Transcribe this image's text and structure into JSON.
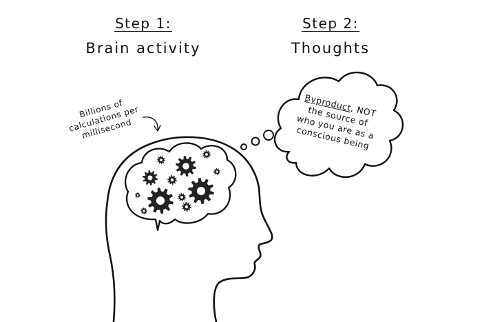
{
  "steps": [
    {
      "label": "Step 1:",
      "title": "Brain activity"
    },
    {
      "label": "Step 2:",
      "title": "Thoughts"
    }
  ],
  "annotation": {
    "lines": [
      "Billions of",
      "calculations per",
      "millisecond"
    ]
  },
  "thought": {
    "underlined": "Byproduct",
    "rest_first_line": ", NOT",
    "lines": [
      "the source of",
      "who you are as a",
      "conscious being"
    ]
  },
  "icons": [
    "head-silhouette",
    "brain-cloud",
    "gear-icon",
    "thought-bubble",
    "curved-arrow-icon"
  ],
  "colors": {
    "ink": "#111111",
    "background": "#ffffff",
    "gear": "#222222"
  }
}
